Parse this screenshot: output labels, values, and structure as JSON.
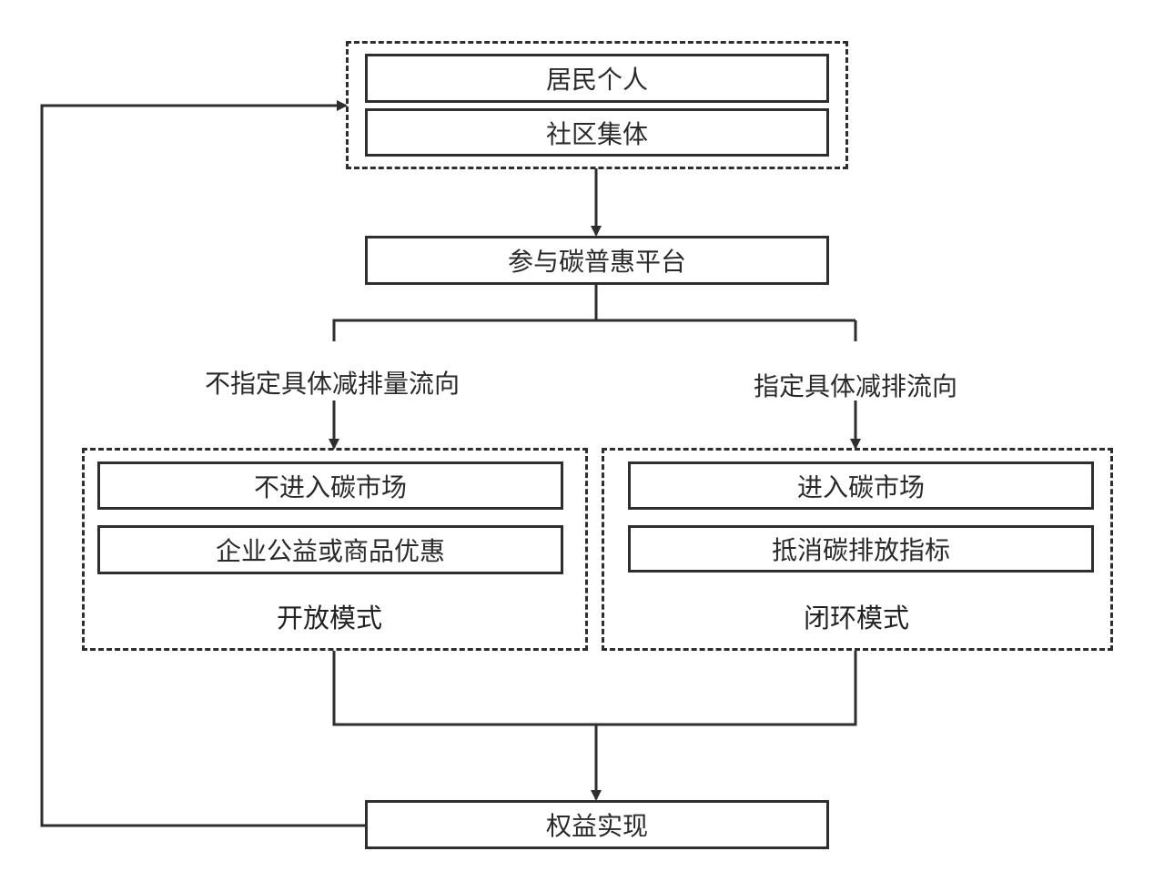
{
  "top_group": {
    "residents": "居民个人",
    "community": "社区集体"
  },
  "platform": "参与碳普惠平台",
  "branches": {
    "left": "不指定具体减排量流向",
    "right": "指定具体减排流向"
  },
  "open_mode": {
    "item1": "不进入碳市场",
    "item2": "企业公益或商品优惠",
    "label": "开放模式"
  },
  "closed_mode": {
    "item1": "进入碳市场",
    "item2": "抵消碳排放指标",
    "label": "闭环模式"
  },
  "result": "权益实现",
  "colors": {
    "line": "#2e2e2e",
    "text": "#2a2a2a",
    "background": "#ffffff"
  }
}
